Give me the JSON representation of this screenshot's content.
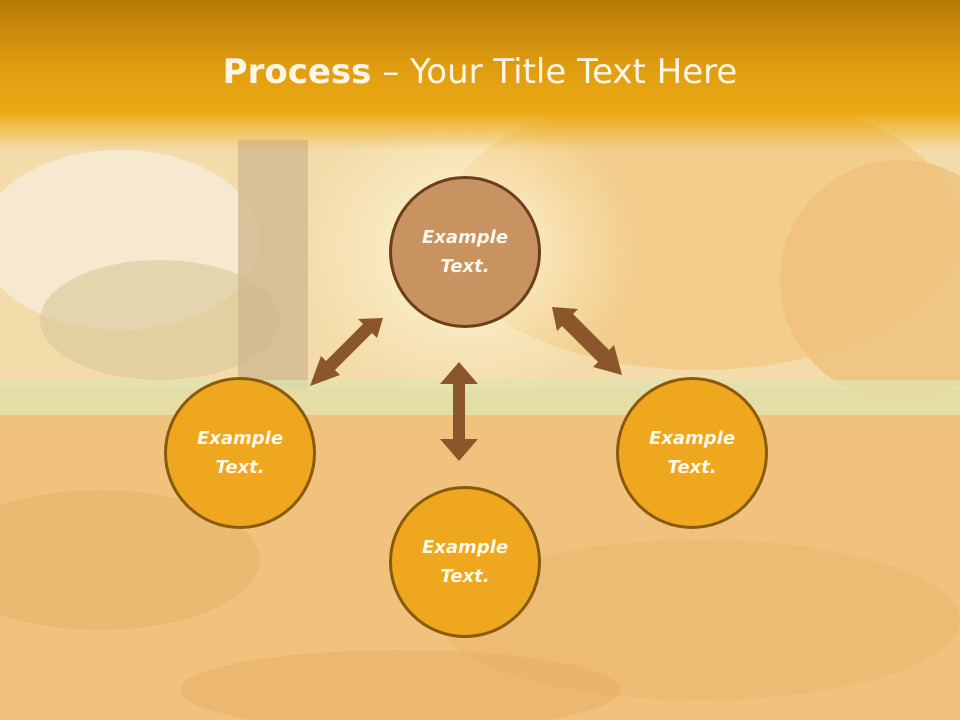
{
  "title": {
    "bold": "Process",
    "separator": " – ",
    "rest": "Your Title Text Here"
  },
  "nodes": [
    {
      "label": "Example\nText.",
      "color": "#c99261"
    },
    {
      "label": "Example\nText.",
      "color": "#efa720"
    },
    {
      "label": "Example\nText.",
      "color": "#efa720"
    },
    {
      "label": "Example\nText.",
      "color": "#efa720"
    }
  ],
  "colors": {
    "header": "#e09d10",
    "arrow": "#8a562a",
    "node_border_brown": "#6b3f1c",
    "node_border_orange": "#8a5a0b"
  }
}
